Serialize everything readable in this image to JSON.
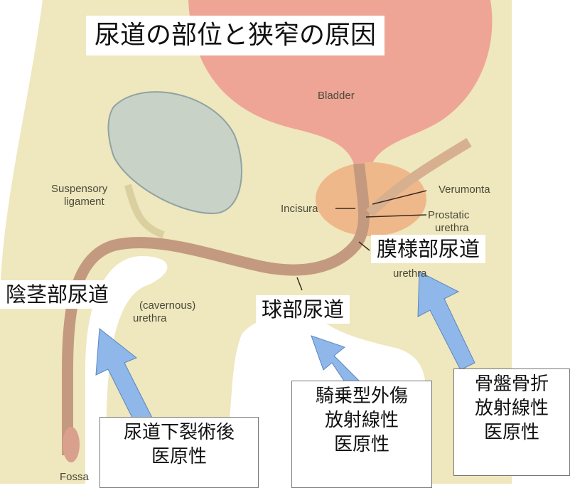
{
  "title": "尿道の部位と狭窄の原因",
  "anatomy_labels": {
    "bladder": "Bladder",
    "suspensory": "Suspensory",
    "ligament": "ligament",
    "incisura": "Incisura",
    "verumontanum": "Verumonta",
    "prostatic": "Prostatic",
    "prostatic_urethra": "urethra",
    "membranous_urethra": "urethra",
    "cavernous": "(cavernous)",
    "cavernous_urethra": "urethra",
    "fossa": "Fossa"
  },
  "region_labels": {
    "penile": "陰茎部尿道",
    "bulbar": "球部尿道",
    "membranous": "膜様部尿道"
  },
  "causes": {
    "penile": [
      "尿道下裂術後",
      "医原性"
    ],
    "bulbar": [
      "騎乗型外傷",
      "放射線性",
      "医原性"
    ],
    "membranous": [
      "骨盤骨折",
      "放射線性",
      "医原性"
    ]
  },
  "colors": {
    "body": "#efe7bd",
    "bladder": "#eea596",
    "prostate": "#efb88a",
    "urethra": "#c39a7f",
    "bone": "#c8d2c6",
    "arrow": "#8fb7ea"
  }
}
